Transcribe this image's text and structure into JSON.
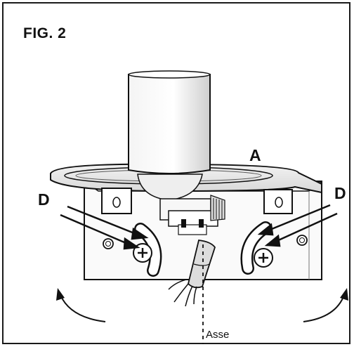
{
  "figure": {
    "title": "FIG. 2",
    "labels": {
      "a": "A",
      "d_left": "D",
      "d_right": "D",
      "axis": "Asse"
    }
  },
  "colors": {
    "ink": "#111111",
    "paper": "#ffffff",
    "shade": "#bfbfbf"
  }
}
